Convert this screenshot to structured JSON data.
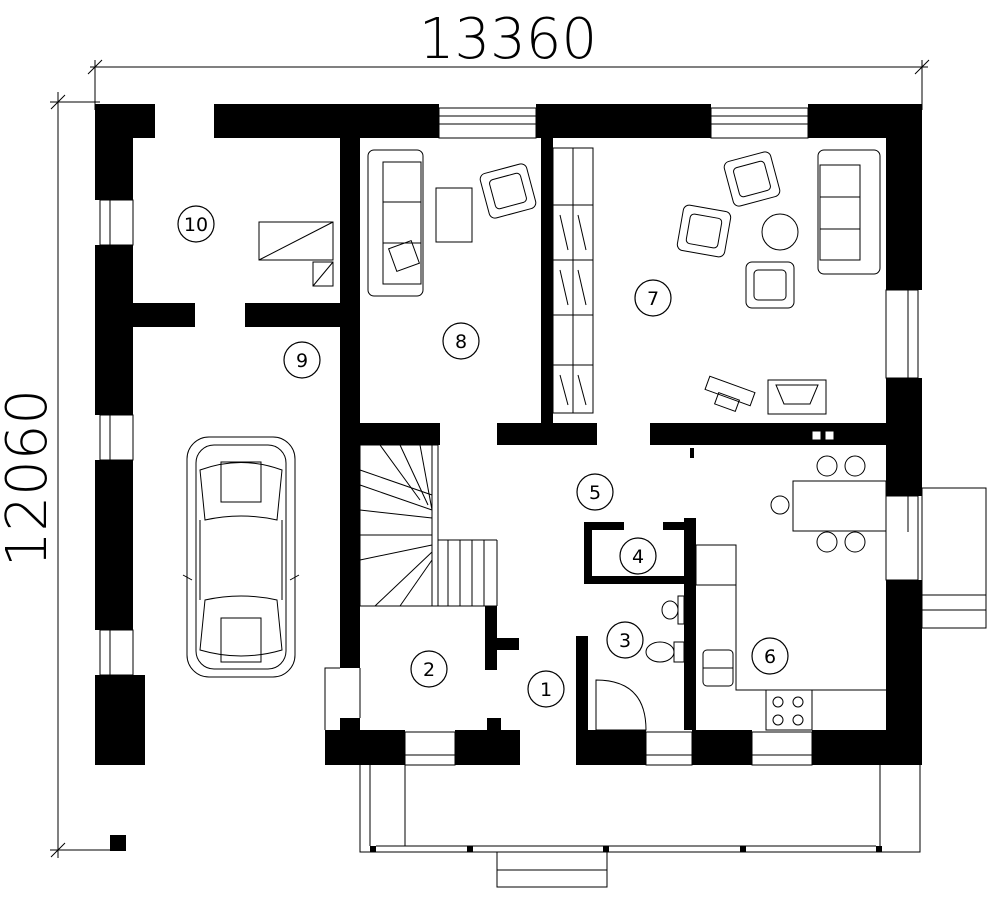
{
  "dimensions": {
    "width_label": "13360",
    "height_label": "12060"
  },
  "rooms": [
    {
      "label": "1"
    },
    {
      "label": "2"
    },
    {
      "label": "3"
    },
    {
      "label": "4"
    },
    {
      "label": "5"
    },
    {
      "label": "6"
    },
    {
      "label": "7"
    },
    {
      "label": "8"
    },
    {
      "label": "9"
    },
    {
      "label": "10"
    }
  ]
}
